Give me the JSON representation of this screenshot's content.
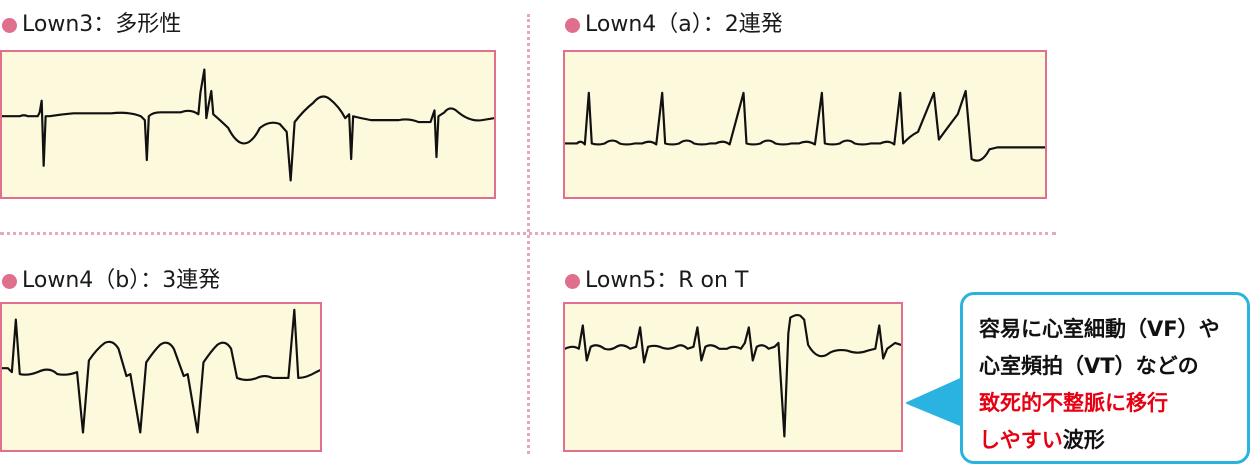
{
  "panels": {
    "lown3": {
      "title": "Lown3：多形性"
    },
    "lown4a": {
      "title": "Lown4（a）：2連発"
    },
    "lown4b": {
      "title": "Lown4（b）：3連発"
    },
    "lown5": {
      "title": "Lown5：R on T"
    }
  },
  "callout": {
    "line1": "容易に心室細動（VF）や",
    "line2": "心室頻拍（VT）などの",
    "line3_red": "致死的不整脈に移行",
    "line4_red": "しやすい",
    "line4_tail": "波形"
  },
  "colors": {
    "panel_border": "#e1708f",
    "panel_fill": "#fdf9dc",
    "bullet": "#e06f8d",
    "divider": "#e7a9b9",
    "callout_border": "#2ab3e0",
    "emphasis": "#e60012"
  }
}
